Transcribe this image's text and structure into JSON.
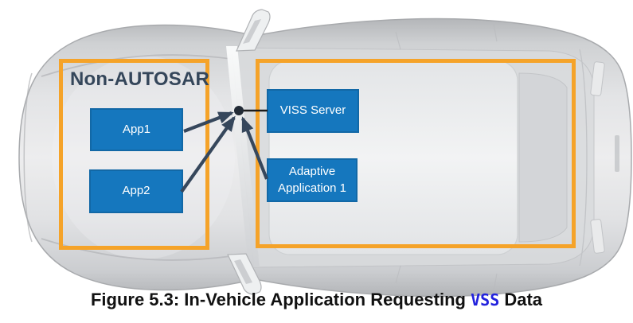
{
  "caption": {
    "prefix": "Figure 5.3: In-Vehicle Application Requesting ",
    "highlight": "VSS",
    "suffix": " Data"
  },
  "zones": {
    "non_autosar": {
      "title": "Non-AUTOSAR",
      "nodes": [
        {
          "label": "App1"
        },
        {
          "label": "App2"
        }
      ]
    },
    "adaptive_zone": {
      "nodes": [
        {
          "label": "VISS Server"
        },
        {
          "label": "Adaptive Application 1"
        }
      ]
    }
  },
  "connections": [
    {
      "from": "App1",
      "to": "junction"
    },
    {
      "from": "App2",
      "to": "junction"
    },
    {
      "from": "Adaptive Application 1",
      "to": "junction"
    },
    {
      "from": "junction",
      "to": "VISS Server"
    }
  ],
  "illustration": "car-top-view",
  "colors": {
    "zone_border": "#F5A329",
    "node_fill": "#1577BE",
    "node_border": "#1268A6",
    "node_text": "#FFFFFF",
    "arrow": "#36475C",
    "junction_dot": "#222B36",
    "zone_title": "#34465A",
    "caption_text": "#111111",
    "caption_highlight": "#2222DD",
    "car_body": "#DCDDDF"
  }
}
